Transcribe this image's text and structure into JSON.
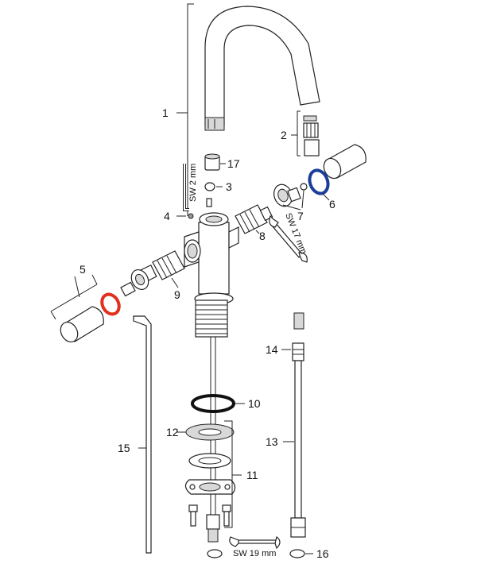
{
  "diagram": {
    "callouts": [
      "1",
      "2",
      "3",
      "4",
      "5",
      "6",
      "7",
      "8",
      "9",
      "10",
      "11",
      "12",
      "13",
      "14",
      "15",
      "16",
      "17"
    ],
    "tools": {
      "hex_key": "SW 2 mm",
      "wrench_upper": "SW 17 mm",
      "wrench_lower": "SW 19 mm"
    },
    "colors": {
      "red_seal": "#e0301e",
      "blue_seal": "#1a3f9a"
    }
  }
}
